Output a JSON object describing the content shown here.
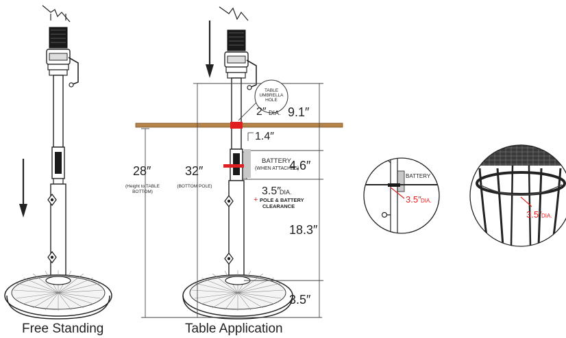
{
  "captions": {
    "free_standing": "Free Standing",
    "table_application": "Table Application"
  },
  "labels": {
    "table_hole_line1": "TABLE",
    "table_hole_line2": "UMBRELLA",
    "table_hole_line3": "HOLE",
    "table_hole_dia_value": "2″",
    "table_hole_dia_unit": "DIA.",
    "dim_9_1": "9.1″",
    "dim_1_4": "1.4″",
    "battery_main": "BATTERY",
    "battery_sub": "(WHEN ATTACHED)",
    "dim_4_6": "4.6″",
    "clearance_value": "3.5″",
    "clearance_unit": "DIA.",
    "plus_sign": "+",
    "clearance_line1": "POLE & BATTERY",
    "clearance_line2": "CLEARANCE",
    "dim_18_3": "18.3″",
    "dim_3_5": "3.5″",
    "dim_28": "28″",
    "dim_28_sub1": "(Height to TABLE",
    "dim_28_sub2": "BOTTOM)",
    "dim_32": "32″",
    "dim_32_sub": "(BOTTOM POLE)",
    "detail_battery": "BATTERY",
    "detail_left_value": "3.5″",
    "detail_left_unit": "DIA.",
    "detail_right_value": "3.5″",
    "detail_right_unit": "DIA."
  },
  "colors": {
    "accent_red": "#e02020",
    "table_top": "#b5834a",
    "line": "#222222",
    "dimension": "#333333"
  }
}
